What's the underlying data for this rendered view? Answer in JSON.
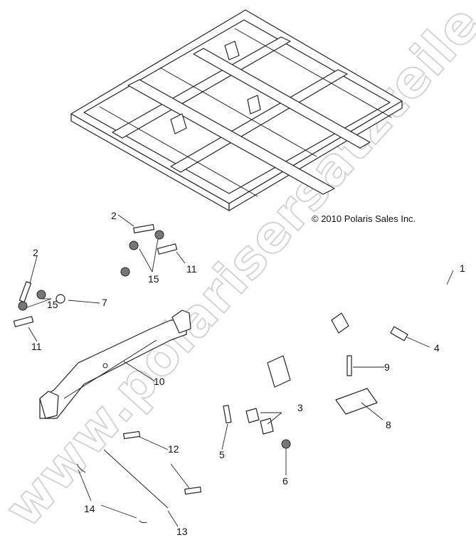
{
  "diagram": {
    "copyright": "© 2010 Polaris Sales Inc.",
    "watermark": "www.polarisersatzteile.de",
    "callouts": [
      {
        "id": "c1",
        "label": "1"
      },
      {
        "id": "c2a",
        "label": "2"
      },
      {
        "id": "c2b",
        "label": "2"
      },
      {
        "id": "c3",
        "label": "3"
      },
      {
        "id": "c4",
        "label": "4"
      },
      {
        "id": "c5",
        "label": "5"
      },
      {
        "id": "c6",
        "label": "6"
      },
      {
        "id": "c7",
        "label": "7"
      },
      {
        "id": "c8",
        "label": "8"
      },
      {
        "id": "c9",
        "label": "9"
      },
      {
        "id": "c10",
        "label": "10"
      },
      {
        "id": "c11a",
        "label": "11"
      },
      {
        "id": "c11b",
        "label": "11"
      },
      {
        "id": "c12",
        "label": "12"
      },
      {
        "id": "c13",
        "label": "13"
      },
      {
        "id": "c14",
        "label": "14"
      },
      {
        "id": "c15a",
        "label": "15"
      },
      {
        "id": "c15b",
        "label": "15"
      }
    ]
  }
}
